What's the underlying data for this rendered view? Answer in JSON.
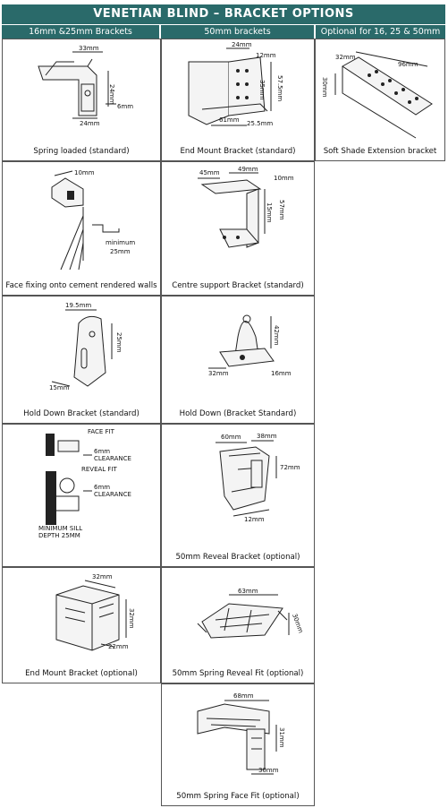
{
  "title": "VENETIAN BLIND – BRACKET OPTIONS",
  "columns": [
    "16mm &25mm Brackets",
    "50mm brackets",
    "Optional for 16, 25 & 50mm"
  ],
  "cells": [
    {
      "caption": "Spring loaded (standard)",
      "dims": [
        "33mm",
        "24mm",
        "24mm",
        "6mm"
      ]
    },
    {
      "caption": "End Mount Bracket (standard)",
      "dims": [
        "24mm",
        "12mm",
        "57.5mm",
        "35mm",
        "61mm",
        "25.5mm"
      ]
    },
    {
      "caption": "Soft Shade Extension bracket",
      "dims": [
        "32mm",
        "96mm",
        "30mm"
      ]
    },
    {
      "caption": "Face fixing onto cement rendered walls",
      "dims": [
        "10mm",
        "minimum",
        "25mm"
      ]
    },
    {
      "caption": "Centre support Bracket (standard)",
      "dims": [
        "45mm",
        "49mm",
        "10mm",
        "15mm",
        "57mm"
      ]
    },
    {
      "caption": "Hold Down Bracket (standard)",
      "dims": [
        "19.5mm",
        "25mm",
        "15mm"
      ]
    },
    {
      "caption": "Hold Down (Bracket Standard)",
      "dims": [
        "42mm",
        "32mm",
        "16mm"
      ]
    },
    {
      "caption": "",
      "dims": [
        "FACE FIT",
        "6mm",
        "CLEARANCE",
        "REVEAL FIT",
        "6mm",
        "CLEARANCE",
        "MINIMUM SILL",
        "DEPTH 25MM"
      ]
    },
    {
      "caption": "50mm Reveal Bracket (optional)",
      "dims": [
        "60mm",
        "38mm",
        "72mm",
        "12mm"
      ]
    },
    {
      "caption": "End Mount Bracket (optional)",
      "dims": [
        "32mm",
        "32mm",
        "22mm"
      ]
    },
    {
      "caption": "50mm Spring Reveal Fit (optional)",
      "dims": [
        "63mm",
        "30mm"
      ]
    },
    {
      "caption": "50mm Spring Face Fit (optional)",
      "dims": [
        "68mm",
        "31mm",
        "30mm"
      ]
    }
  ]
}
